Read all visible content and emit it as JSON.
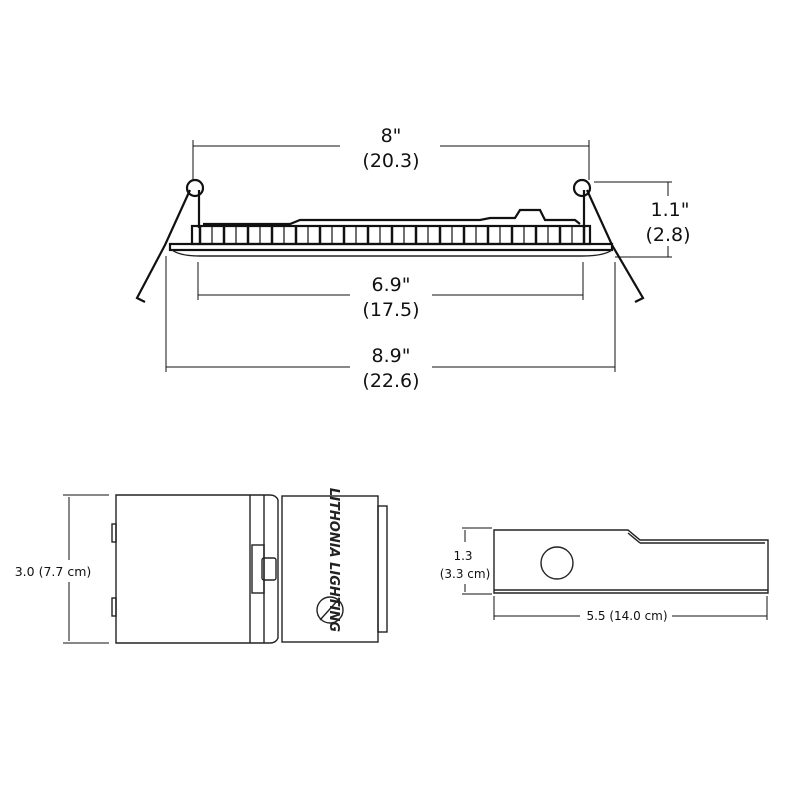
{
  "top_view": {
    "overall_width": {
      "in": "8\"",
      "cm": "(20.3)"
    },
    "height": {
      "in": "1.1\"",
      "cm": "(2.8)"
    },
    "inner_width": {
      "in": "6.9\"",
      "cm": "(17.5)"
    },
    "flange_width": {
      "in": "8.9\"",
      "cm": "(22.6)"
    }
  },
  "driver_box_front": {
    "height_label": "3.0 (7.7 cm)",
    "logo_text": "LITHONIA LIGHTING"
  },
  "driver_box_side": {
    "height_in": "1.3",
    "height_cm": "(3.3 cm)",
    "length_label": "5.5 (14.0 cm)"
  }
}
